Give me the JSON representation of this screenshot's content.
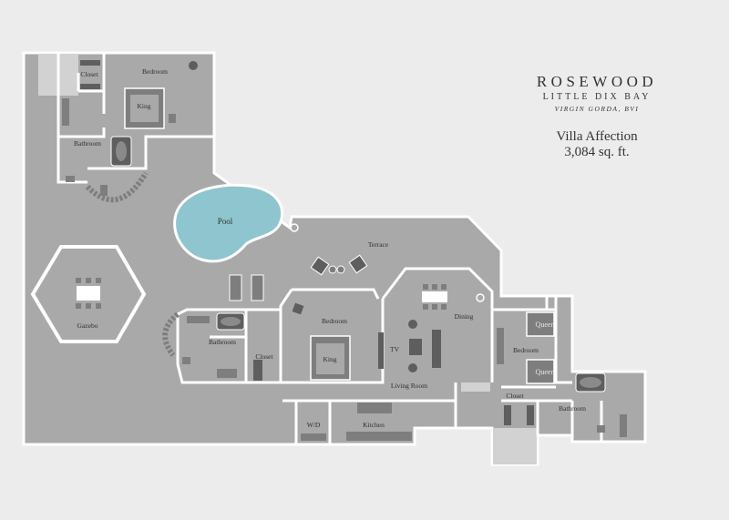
{
  "brand": {
    "name": "ROSEWOOD",
    "subtitle": "LITTLE DIX BAY",
    "location": "VIRGIN GORDA, BVI"
  },
  "villa": {
    "name": "Villa Affection",
    "area": "3,084 sq. ft."
  },
  "labels": {
    "closet_top": "Closet",
    "bedroom_top": "Bedroom",
    "king_top": "King",
    "bathroom_top": "Bathroom",
    "pool": "Pool",
    "terrace": "Terrace",
    "gazebo": "Gazebo",
    "bathroom_mid": "Bathroom",
    "closet_mid": "Closet",
    "bedroom_mid": "Bedroom",
    "king_mid": "King",
    "tv": "TV",
    "living_room": "Living Room",
    "dining": "Dining",
    "wd": "W/D",
    "kitchen": "Kitchen",
    "bedroom_right": "Bedroom",
    "queen_1": "Queen",
    "queen_2": "Queen",
    "closet_right": "Closet",
    "bathroom_right": "Bathroom"
  },
  "colors": {
    "background": "#ececec",
    "floor": "#a9a9a9",
    "wall": "#ffffff",
    "furniture": "#7e7e7e",
    "furniture_dark": "#5e5e5e",
    "pool": "#8fc5cf",
    "light_area": "#d2d2d2"
  }
}
